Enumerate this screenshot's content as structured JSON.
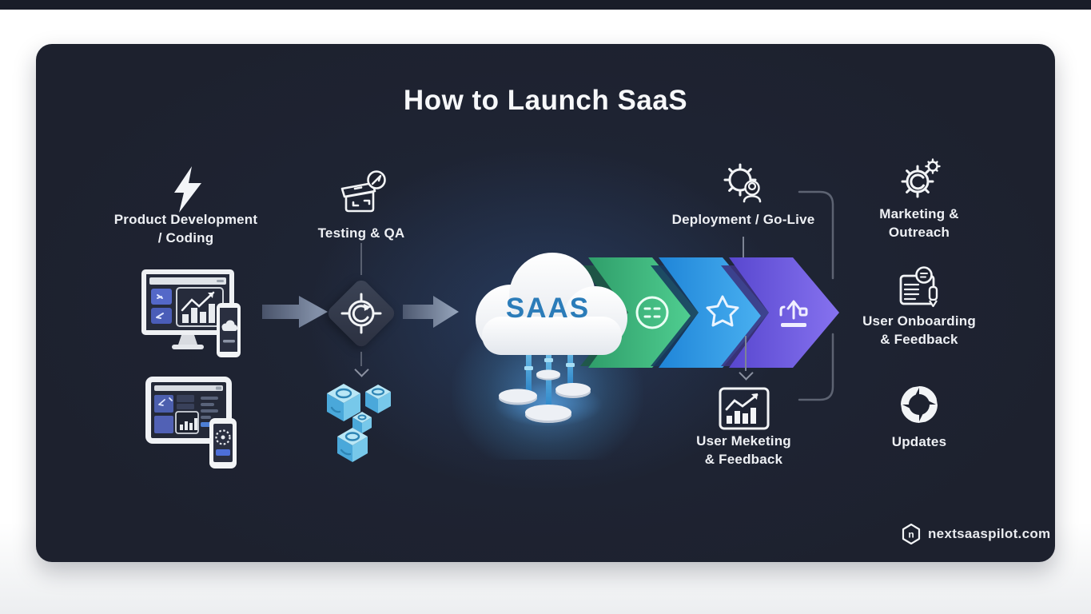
{
  "title": "How to Launch SaaS",
  "cloud": {
    "label": "SAAS"
  },
  "steps": {
    "product_dev": {
      "line1": "Product Development",
      "line2": "/ Coding"
    },
    "testing_qa": {
      "label": "Testing & QA"
    },
    "deployment": {
      "label": "Deployment / Go-Live"
    },
    "user_marketing": {
      "line1": "User Meketing",
      "line2": "& Feedback"
    },
    "marketing_outreach": {
      "line1": "Marketing &",
      "line2": "Outreach"
    },
    "user_onboarding": {
      "line1": "User Onboarding",
      "line2": "& Feedback"
    },
    "updates": {
      "label": "Updates"
    }
  },
  "footer": {
    "site": "nextsaaspilot.com",
    "logo_letter": "n"
  },
  "colors": {
    "card_bg": "#1d212e",
    "chevron_green": "#3fbf85",
    "chevron_blue": "#2d9ce8",
    "chevron_purple": "#6a5ae0",
    "cube_blue": "#7fccec",
    "saas_text": "#2b7cb9",
    "glow_blue": "#4a9fd8"
  }
}
